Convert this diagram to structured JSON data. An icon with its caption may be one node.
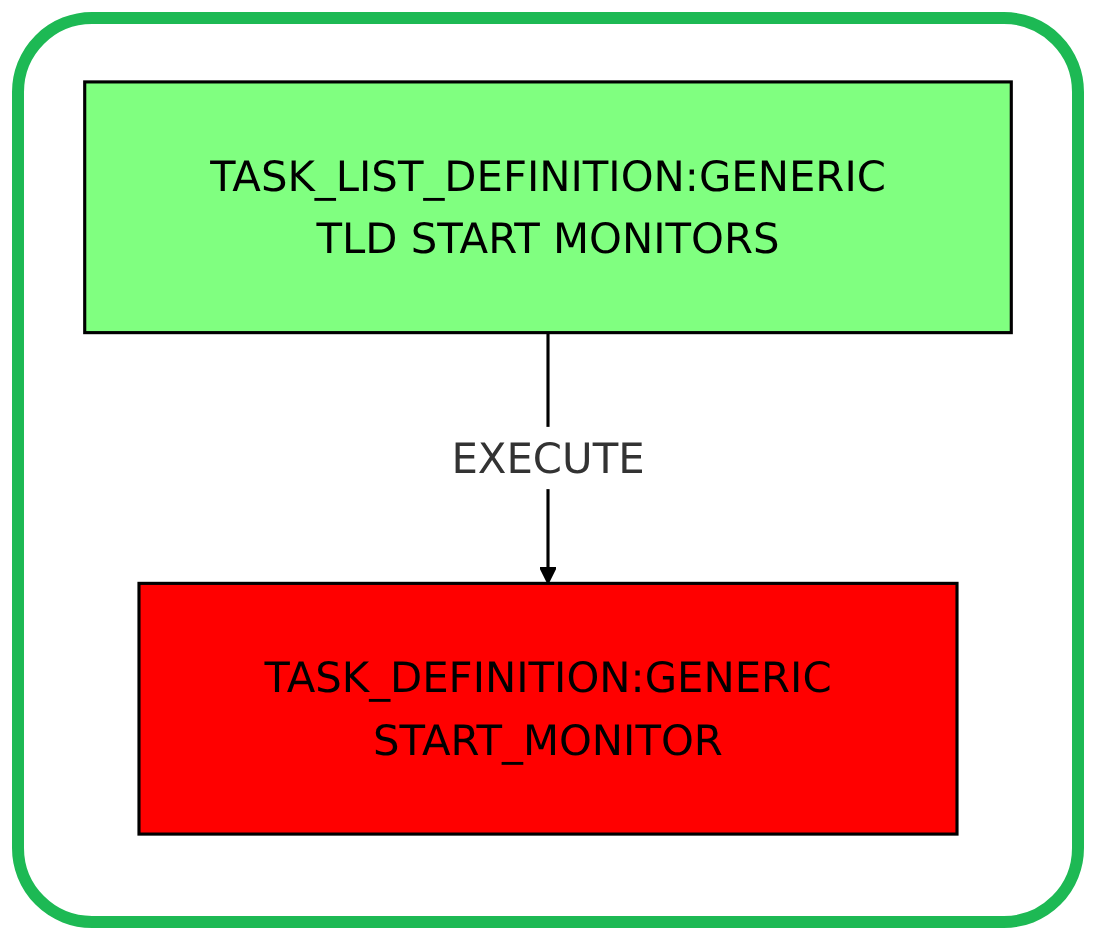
{
  "diagram": {
    "nodes": [
      {
        "text": [
          "TASK_LIST_DEFINITION:GENERIC",
          "TLD START MONITORS"
        ]
      },
      {
        "text": [
          "TASK_DEFINITION:GENERIC",
          "START_MONITOR"
        ]
      }
    ],
    "edges": [
      {
        "from": 0,
        "to": 1,
        "arrow": "to",
        "label": "EXECUTE"
      }
    ]
  }
}
